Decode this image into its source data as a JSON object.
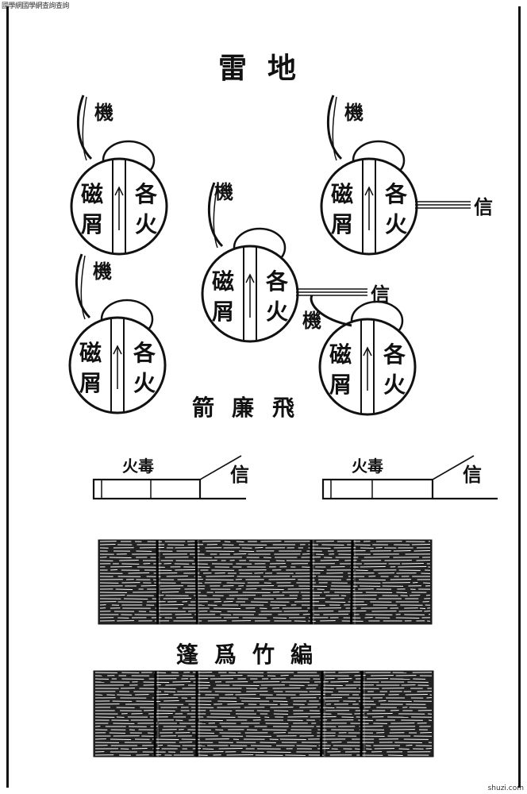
{
  "watermark": "國學網國學網查詢查詢",
  "corner_mark": "shuzi.com",
  "sections": {
    "land_mine": {
      "title": "地雷",
      "units": [
        {
          "trigger": "機",
          "left": "磁屑",
          "right": "各火",
          "fuse": ""
        },
        {
          "trigger": "機",
          "left": "磁屑",
          "right": "各火",
          "fuse": ""
        },
        {
          "trigger": "機",
          "left": "磁屑",
          "right": "各火",
          "fuse": "信"
        },
        {
          "trigger": "機",
          "left": "磁屑",
          "right": "各火",
          "fuse": "信"
        },
        {
          "trigger": "機",
          "left": "磁屑",
          "right": "各火",
          "fuse": ""
        }
      ]
    },
    "flying_arrow": {
      "title": "飛廉箭",
      "arrows": [
        {
          "label_top": "火毒",
          "label_fuse": "信"
        },
        {
          "label_top": "火毒",
          "label_fuse": "信"
        }
      ]
    },
    "bamboo_screen": {
      "title": "編竹爲篷"
    }
  },
  "colors": {
    "ink": "#111111",
    "paper": "#ffffff"
  }
}
